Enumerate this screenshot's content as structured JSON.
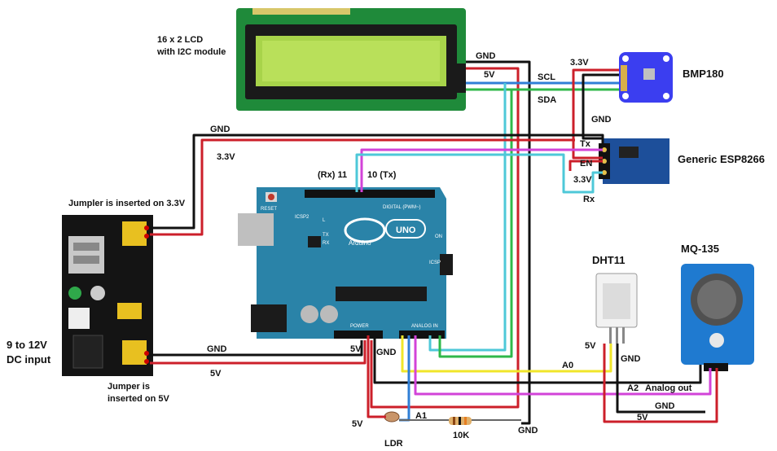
{
  "components": {
    "lcd": "16 x 2 LCD",
    "lcd_sub": "with I2C module",
    "bmp": "BMP180",
    "esp": "Generic ESP8266",
    "dht": "DHT11",
    "mq": "MQ-135",
    "arduino_brand": "Arduino",
    "arduino_model": "UNO",
    "ldr": "LDR",
    "resistor": "10K",
    "psu_input_line1": "9 to 12V",
    "psu_input_line2": "DC input",
    "jumper_top": "Jumpler is inserted on 3.3V",
    "jumper_bottom_line1": "Jumper is",
    "jumper_bottom_line2": "inserted on 5V"
  },
  "wire_labels": {
    "lcd_gnd": "GND",
    "lcd_5v": "5V",
    "scl": "SCL",
    "sda": "SDA",
    "bmp_33v": "3.3V",
    "bmp_gnd": "GND",
    "tx": "Tx",
    "en": "EN",
    "esp_33v": "3.3V",
    "rx": "Rx",
    "rx_pin": "(Rx)  11",
    "tx_pin": "10  (Tx)",
    "psu_top_gnd": "GND",
    "psu_top_33v": "3.3V",
    "psu_bot_gnd": "GND",
    "psu_bot_5v": "5V",
    "uno_5v": "5V",
    "uno_gnd": "GND",
    "a0": "A0",
    "a1": "A1",
    "a2": "A2",
    "analog_out": "Analog out",
    "dht_5v": "5V",
    "dht_gnd": "GND",
    "mq_gnd": "GND",
    "mq_5v": "5V",
    "ldr_5v": "5V",
    "res_gnd": "GND"
  },
  "board_text": {
    "digital": "DIGITAL (PWM~)",
    "analog": "ANALOG IN",
    "power": "POWER",
    "icsp2": "ICSP2",
    "icsp": "ICSP",
    "reset": "RESET",
    "on": "ON",
    "l": "L",
    "tx": "TX",
    "rx": "RX"
  },
  "colors": {
    "wire_black": "#111111",
    "wire_red": "#cc1f2a",
    "wire_blue": "#2f7fd6",
    "wire_green": "#2fb84a",
    "wire_magenta": "#d243d8",
    "wire_yellow": "#f0e62a",
    "wire_cyan": "#4ec8d8",
    "uno_board": "#2a83a8",
    "lcd_frame": "#1f8a3a",
    "lcd_screen": "#a8d44a",
    "bmp_board": "#3b3ef0",
    "mq_board": "#1f7ad0"
  }
}
